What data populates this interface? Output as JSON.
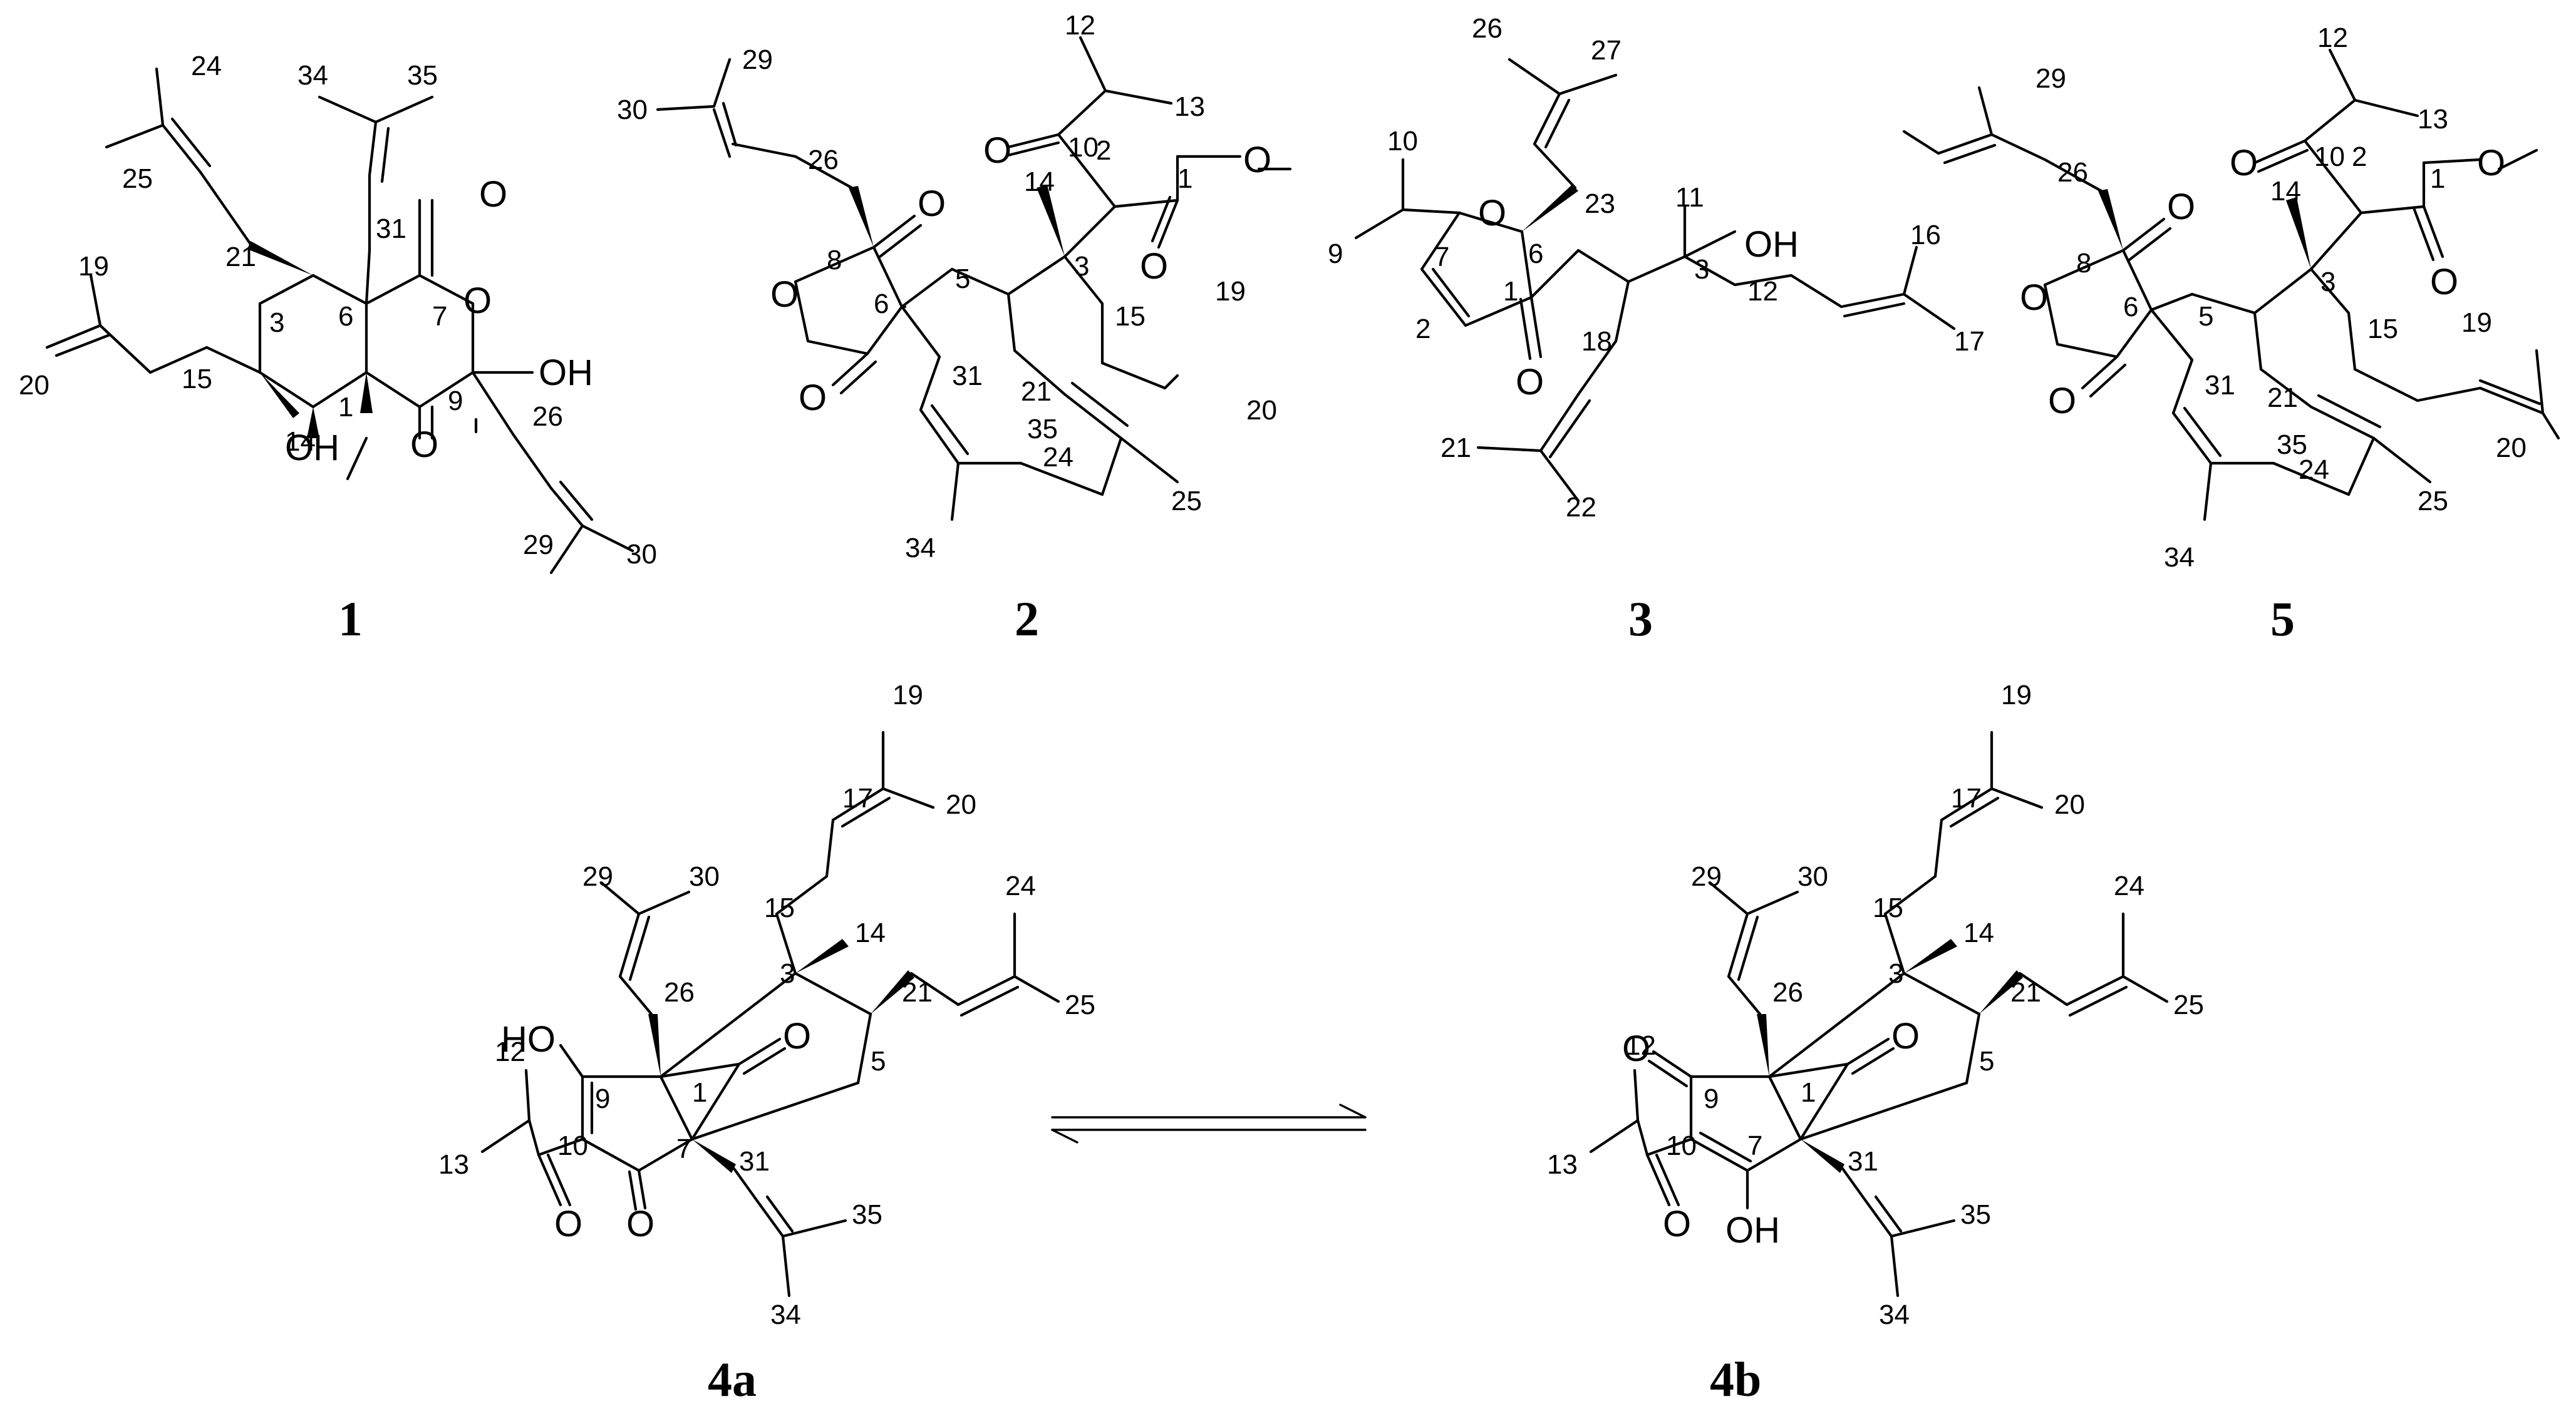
{
  "figure": {
    "compounds": [
      {
        "id": "1",
        "label": "1",
        "hetero_atoms": [
          "O",
          "O",
          "O",
          "OH",
          "OH"
        ],
        "locants": [
          "24",
          "34",
          "35",
          "25",
          "31",
          "7",
          "9",
          "6",
          "1",
          "3",
          "15",
          "14",
          "19",
          "20",
          "21",
          "26",
          "29",
          "30"
        ]
      },
      {
        "id": "2",
        "label": "2",
        "hetero_atoms": [
          "O",
          "O",
          "O",
          "O",
          "O",
          "O"
        ],
        "locants": [
          "29",
          "30",
          "26",
          "8",
          "6",
          "5",
          "3",
          "2",
          "10",
          "12",
          "13",
          "14",
          "1",
          "15",
          "19",
          "20",
          "21",
          "31",
          "35",
          "24",
          "25",
          "34"
        ]
      },
      {
        "id": "3",
        "label": "3",
        "hetero_atoms": [
          "O",
          "O",
          "OH"
        ],
        "locants": [
          "26",
          "27",
          "10",
          "9",
          "7",
          "2",
          "1",
          "6",
          "23",
          "11",
          "3",
          "12",
          "16",
          "17",
          "18",
          "21",
          "22"
        ]
      },
      {
        "id": "5",
        "label": "5",
        "hetero_atoms": [
          "O",
          "O",
          "O",
          "O",
          "O",
          "O"
        ],
        "locants": [
          "29",
          "26",
          "8",
          "6",
          "5",
          "3",
          "2",
          "10",
          "12",
          "13",
          "14",
          "1",
          "15",
          "19",
          "20",
          "21",
          "31",
          "35",
          "24",
          "25",
          "34"
        ]
      },
      {
        "id": "4a",
        "label": "4a",
        "hetero_atoms": [
          "HO",
          "O",
          "O",
          "O"
        ],
        "locants": [
          "19",
          "20",
          "17",
          "15",
          "29",
          "30",
          "3",
          "14",
          "21",
          "24",
          "25",
          "26",
          "12",
          "9",
          "1",
          "7",
          "10",
          "13",
          "5",
          "31",
          "35",
          "34"
        ]
      },
      {
        "id": "4b",
        "label": "4b",
        "hetero_atoms": [
          "O",
          "O",
          "O",
          "OH"
        ],
        "locants": [
          "19",
          "20",
          "17",
          "15",
          "29",
          "30",
          "3",
          "14",
          "21",
          "24",
          "25",
          "26",
          "12",
          "9",
          "1",
          "7",
          "10",
          "13",
          "5",
          "31",
          "35",
          "34"
        ]
      }
    ],
    "equilibrium_symbol": "⇌"
  }
}
